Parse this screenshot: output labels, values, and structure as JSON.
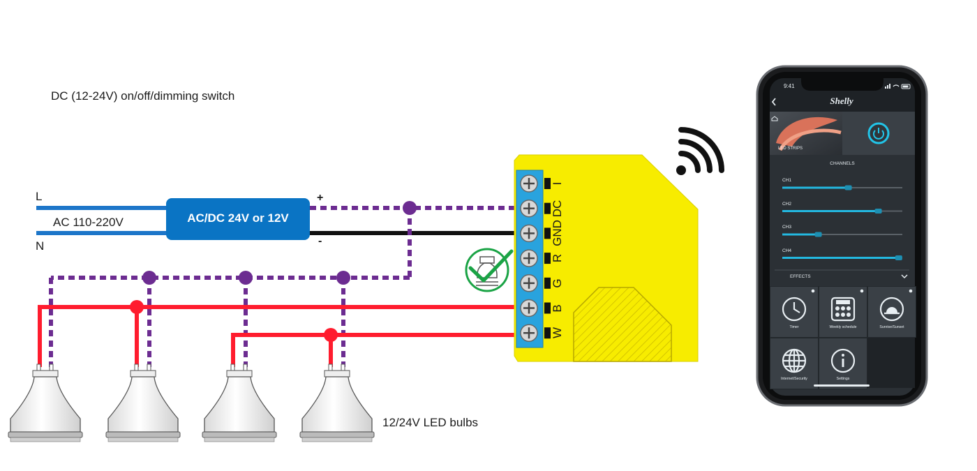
{
  "title": "DC (12-24V) on/off/dimming switch",
  "mains": {
    "line_label": "L",
    "neutral_label": "N",
    "voltage_label": "AC 110-220V"
  },
  "power_supply": {
    "label": "AC/DC 24V or 12V",
    "plus": "+",
    "minus": "-"
  },
  "terminals": [
    "I",
    "DC",
    "GND",
    "R",
    "G",
    "B",
    "W"
  ],
  "bulbs_label": "12/24V LED bulbs",
  "colors": {
    "positive_wire": "#6c2c91",
    "neutral_wire": "#ff1c2e",
    "ground_wire": "#111111",
    "ac_wire": "#1d76c9",
    "psu": "#0a74c4",
    "device": "#f7ec00",
    "terminal": "#29a3de",
    "check": "#1aa345"
  },
  "phone": {
    "time": "9:41",
    "brand": "Shelly",
    "device_name": "LED STRIPS",
    "channels_title": "CHANNELS",
    "channels": [
      {
        "label": "CH1",
        "level": 0.55
      },
      {
        "label": "CH2",
        "level": 0.8
      },
      {
        "label": "CH3",
        "level": 0.3
      },
      {
        "label": "CH4",
        "level": 0.97
      }
    ],
    "effects_label": "EFFECTS",
    "tiles": [
      {
        "label": "Timer",
        "icon": "clock-icon"
      },
      {
        "label": "Weekly schedule",
        "icon": "schedule-icon"
      },
      {
        "label": "Sunrise/Sunset",
        "icon": "sunrise-icon"
      },
      {
        "label": "Internet/Security",
        "icon": "globe-icon"
      },
      {
        "label": "Settings",
        "icon": "info-icon"
      }
    ]
  }
}
